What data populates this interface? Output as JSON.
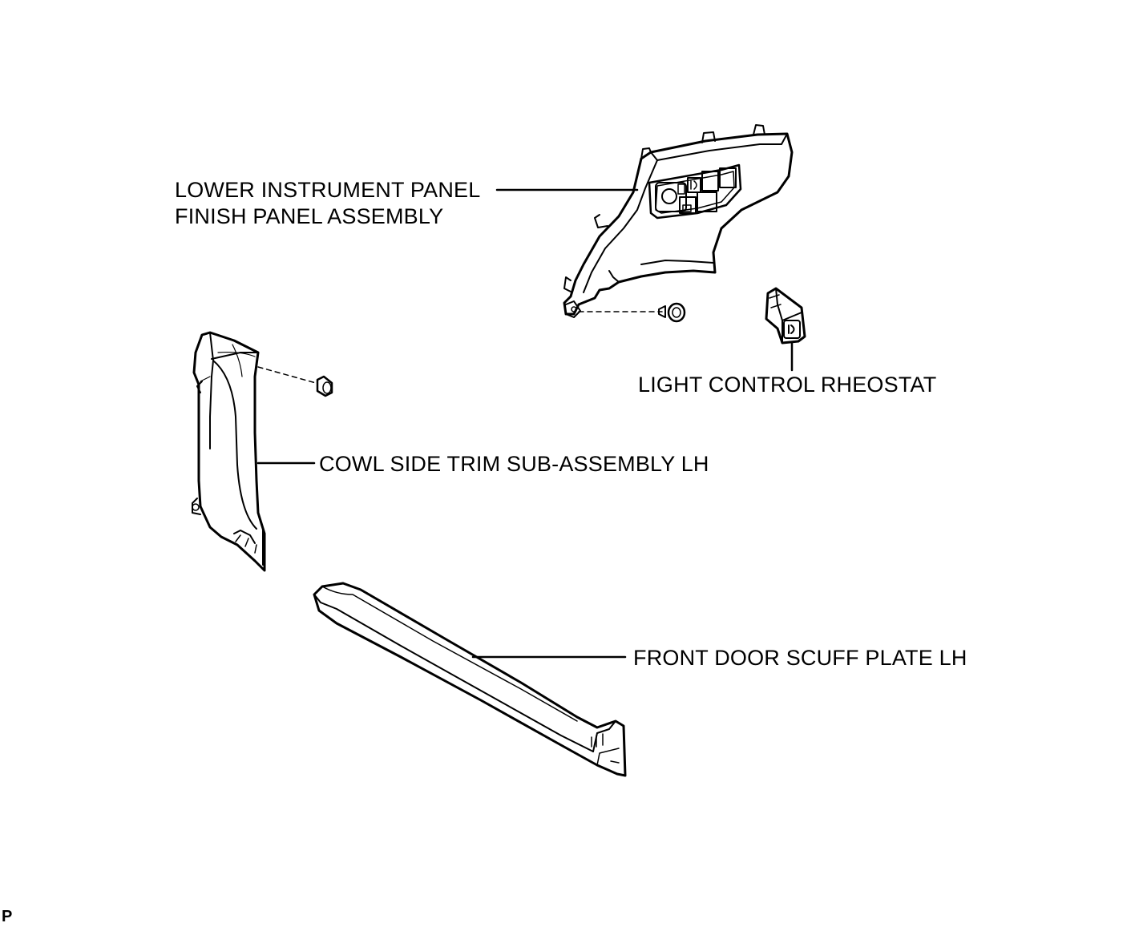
{
  "labels": {
    "lower_panel_line1": "LOWER INSTRUMENT PANEL",
    "lower_panel_line2": "FINISH PANEL ASSEMBLY",
    "rheostat": "LIGHT CONTROL RHEOSTAT",
    "cowl_trim": "COWL SIDE TRIM SUB-ASSEMBLY LH",
    "scuff_plate": "FRONT DOOR SCUFF PLATE LH"
  },
  "corner_code": "P",
  "colors": {
    "ink": "#000000",
    "background": "#ffffff"
  }
}
